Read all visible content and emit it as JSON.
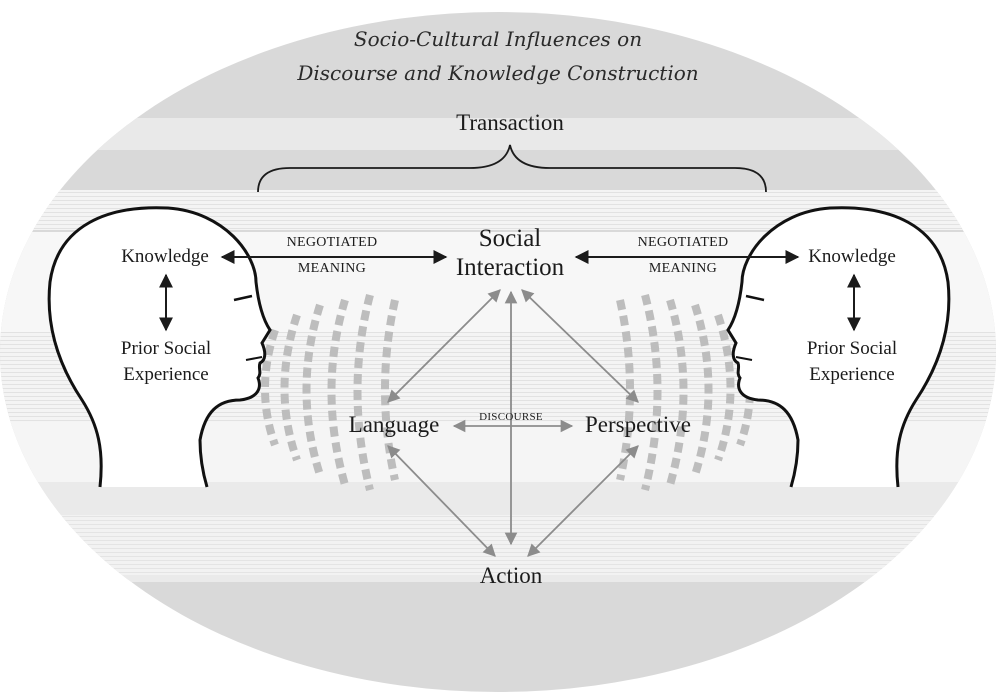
{
  "title": {
    "line1": "Socio-Cultural Influences on",
    "line2": "Discourse and Knowledge Construction"
  },
  "transaction_label": "Transaction",
  "center": {
    "line1": "Social",
    "line2": "Interaction"
  },
  "left_link": {
    "line1": "NEGOTIATED",
    "line2": "MEANING"
  },
  "right_link": {
    "line1": "NEGOTIATED",
    "line2": "MEANING"
  },
  "left_head": {
    "knowledge": "Knowledge",
    "prior_line1": "Prior Social",
    "prior_line2": "Experience"
  },
  "right_head": {
    "knowledge": "Knowledge",
    "prior_line1": "Prior Social",
    "prior_line2": "Experience"
  },
  "nodes": {
    "language": "Language",
    "perspective": "Perspective",
    "action": "Action",
    "discourse": "DISCOURSE"
  },
  "colors": {
    "ellipse_fill": "#d9d9d9",
    "band_fill": "#efefef",
    "ink": "#1b1b1b",
    "gray_arrow": "#8c8c8c"
  }
}
